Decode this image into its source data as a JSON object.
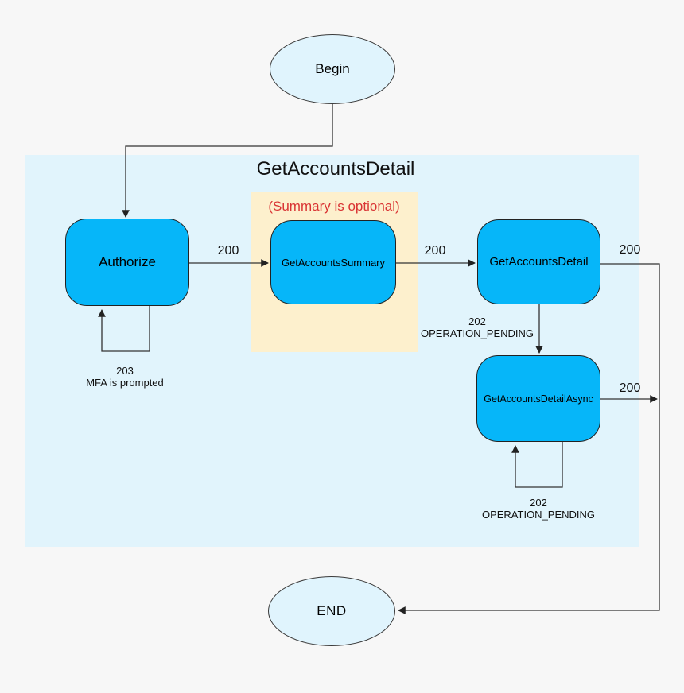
{
  "diagram": {
    "title": "GetAccountsDetail",
    "colors": {
      "background": "#f7f7f7",
      "container_fill": "#e1f4fc",
      "optional_region_fill": "#fdf0cd",
      "optional_caption_color": "#d93434",
      "process_node_fill": "#06b6f9",
      "terminal_node_fill": "#e0f4fd",
      "line_color": "#333333"
    },
    "optional_region": {
      "caption": "(Summary is optional)"
    }
  },
  "nodes": {
    "begin": {
      "label": "Begin"
    },
    "authorize": {
      "label": "Authorize"
    },
    "summary": {
      "label": "GetAccountsSummary"
    },
    "detail": {
      "label": "GetAccountsDetail"
    },
    "async": {
      "label": "GetAccountsDetailAsync"
    },
    "end": {
      "label": "END"
    }
  },
  "edges": {
    "authorize_to_summary": {
      "label": "200"
    },
    "summary_to_detail": {
      "label": "200"
    },
    "detail_to_end": {
      "label": "200"
    },
    "async_to_end": {
      "label": "200"
    },
    "detail_to_async": {
      "code": "202",
      "text": "OPERATION_PENDING"
    },
    "authorize_self_loop": {
      "code": "203",
      "text": "MFA is prompted"
    },
    "async_self_loop": {
      "code": "202",
      "text": "OPERATION_PENDING"
    }
  }
}
